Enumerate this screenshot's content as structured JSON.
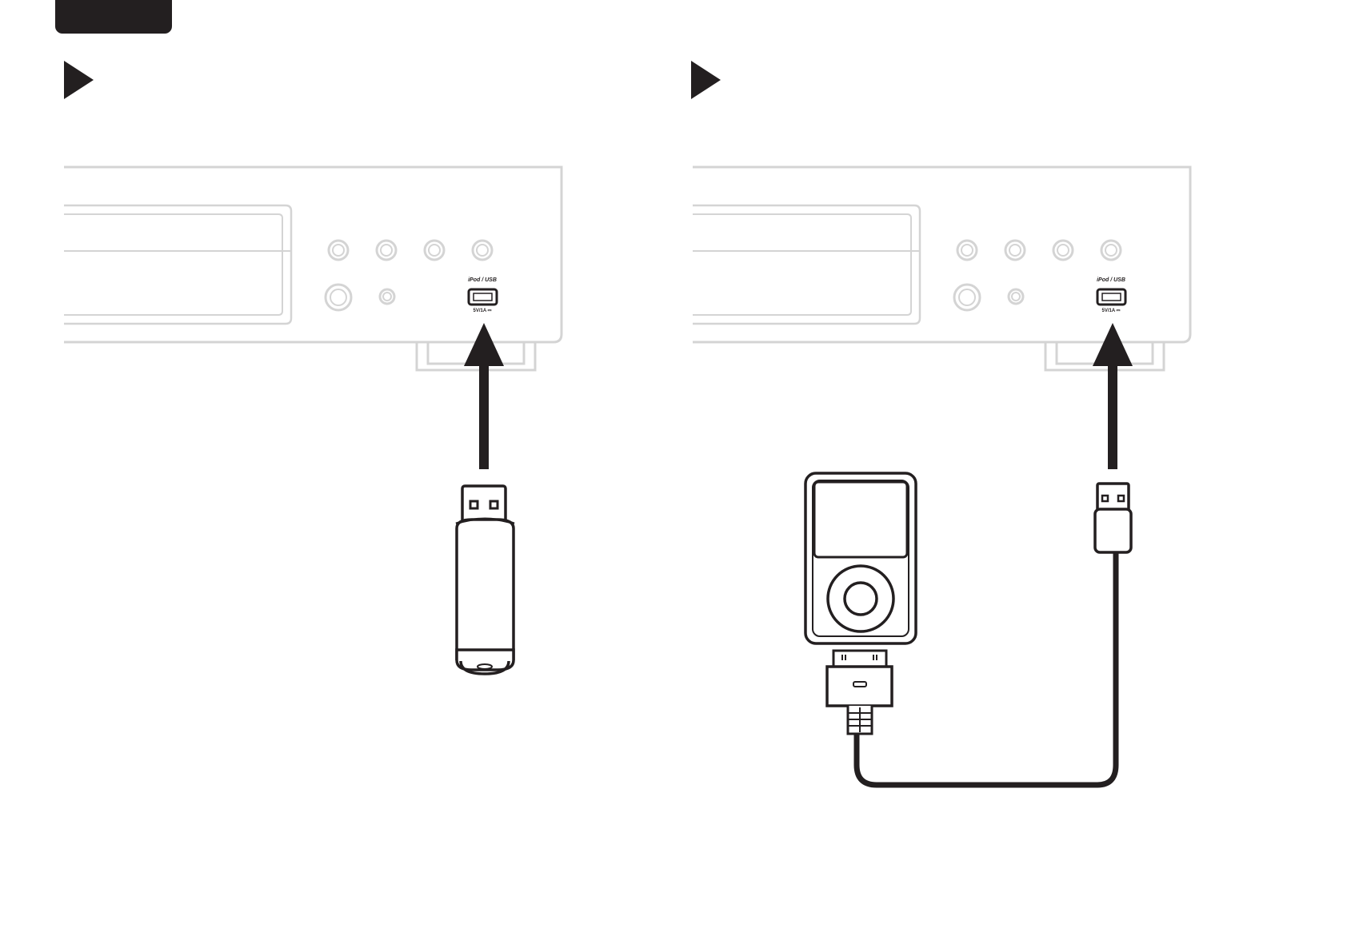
{
  "page": {
    "colors": {
      "ink": "#231f20",
      "device_outline": "#d4d4d4",
      "background": "#ffffff"
    }
  },
  "header_tab": {
    "icon": "page-tab"
  },
  "panels": [
    {
      "id": "usb-memory",
      "marker_icon": "triangle-play-icon",
      "port_label": "iPod / USB",
      "port_sublabel": "5V/1A ⎓",
      "device_icon": "usb-flash-drive-icon",
      "arrow_icon": "up-arrow-icon"
    },
    {
      "id": "ipod",
      "marker_icon": "triangle-play-icon",
      "port_label": "iPod / USB",
      "port_sublabel": "5V/1A ⎓",
      "device_icon": "ipod-icon",
      "cable_icon": "dock-to-usb-cable-icon",
      "arrow_icon": "up-arrow-icon"
    }
  ]
}
